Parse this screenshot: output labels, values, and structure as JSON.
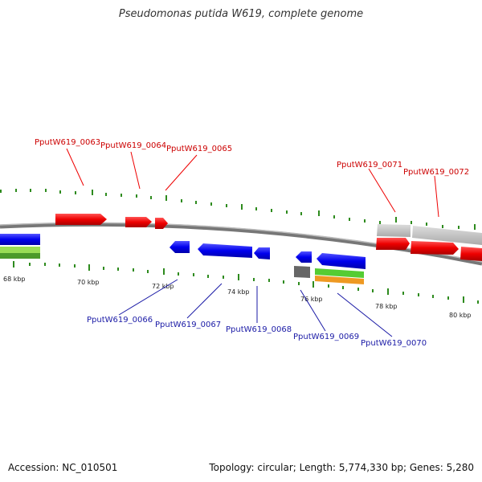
{
  "title": "Pseudomonas putida W619, complete genome",
  "footer": {
    "accession": "Accession: NC_010501",
    "summary": "Topology: circular; Length: 5,774,330 bp; Genes: 5,280"
  },
  "axis_labels": [
    "68 kbp",
    "70 kbp",
    "72 kbp",
    "74 kbp",
    "76 kbp",
    "78 kbp",
    "80 kbp"
  ],
  "top_genes": [
    "PputW619_0063",
    "PputW619_0064",
    "PputW619_0065",
    "PputW619_0071",
    "PputW619_0072"
  ],
  "bottom_genes": [
    "PputW619_0066",
    "PputW619_0067",
    "PputW619_0068",
    "PputW619_0069",
    "PputW619_0070"
  ],
  "colors": {
    "forward_cds": "#ee0000",
    "reverse_cds": "#0000ee",
    "gray_feature": "#bbbbbb",
    "tick": "#2e8b1e",
    "backbone": "#777777",
    "green_feature": "#55cc33",
    "orange_feature": "#ee9922",
    "dark_feature": "#666666"
  }
}
